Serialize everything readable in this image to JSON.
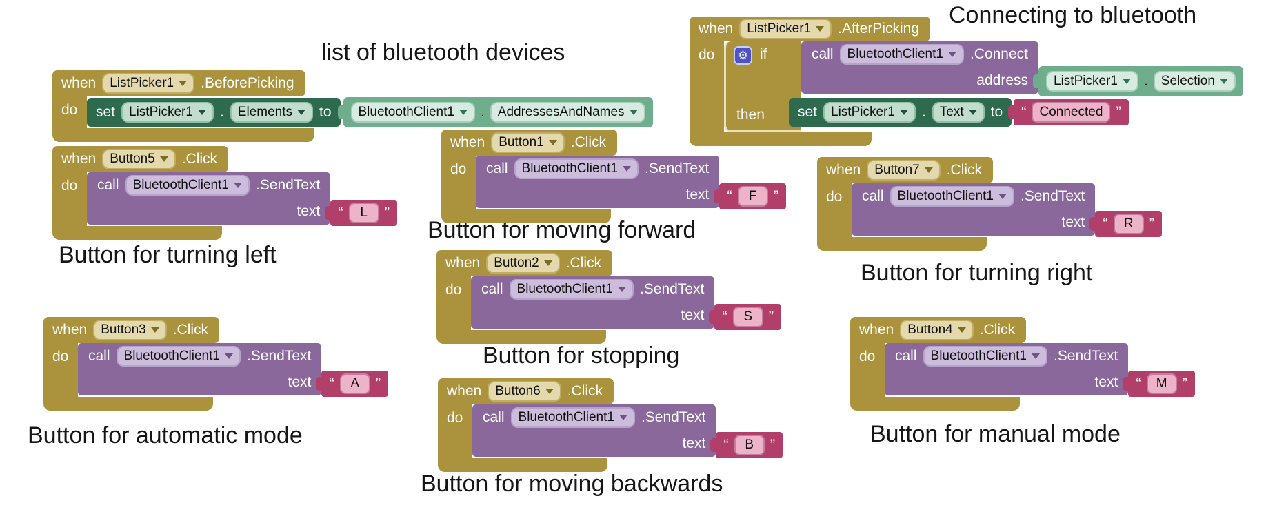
{
  "common": {
    "when": "when",
    "do": "do",
    "call": "call",
    "set": "set",
    "to": "to",
    "then": "then",
    "if": "if",
    "text_param": "text",
    "address_param": "address",
    "dot": ".",
    "open_quote": "“",
    "close_quote": "”",
    "gear_icon": "⚙"
  },
  "colors": {
    "event_gold": "#AB923C",
    "procedure_purple": "#8A689C",
    "setter_green": "#2D6A4E",
    "getter_green": "#6FAE8C",
    "string_crimson": "#B23F69",
    "mutator_blue": "#4E52C4"
  },
  "before_picking": {
    "component": "ListPicker1",
    "event": ".BeforePicking",
    "set_component": "ListPicker1",
    "set_property": "Elements",
    "getter_component": "BluetoothClient1",
    "getter_property": "AddressesAndNames",
    "caption": "list of bluetooth devices"
  },
  "after_picking": {
    "component": "ListPicker1",
    "event": ".AfterPicking",
    "call_component": "BluetoothClient1",
    "call_method": ".Connect",
    "arg_component": "ListPicker1",
    "arg_property": "Selection",
    "set_component": "ListPicker1",
    "set_property": "Text",
    "set_value": "Connected",
    "caption": "Connecting to bluetooth"
  },
  "send_blocks": [
    {
      "component": "Button5",
      "event": ".Click",
      "call_component": "BluetoothClient1",
      "call_method": ".SendText",
      "value": "L",
      "caption": "Button for turning left"
    },
    {
      "component": "Button1",
      "event": ".Click",
      "call_component": "BluetoothClient1",
      "call_method": ".SendText",
      "value": "F",
      "caption": "Button for moving forward"
    },
    {
      "component": "Button7",
      "event": ".Click",
      "call_component": "BluetoothClient1",
      "call_method": ".SendText",
      "value": "R",
      "caption": "Button for turning right"
    },
    {
      "component": "Button2",
      "event": ".Click",
      "call_component": "BluetoothClient1",
      "call_method": ".SendText",
      "value": "S",
      "caption": "Button for stopping"
    },
    {
      "component": "Button3",
      "event": ".Click",
      "call_component": "BluetoothClient1",
      "call_method": ".SendText",
      "value": "A",
      "caption": "Button for automatic mode"
    },
    {
      "component": "Button6",
      "event": ".Click",
      "call_component": "BluetoothClient1",
      "call_method": ".SendText",
      "value": "B",
      "caption": "Button for moving backwards"
    },
    {
      "component": "Button4",
      "event": ".Click",
      "call_component": "BluetoothClient1",
      "call_method": ".SendText",
      "value": "M",
      "caption": "Button for manual mode"
    }
  ]
}
